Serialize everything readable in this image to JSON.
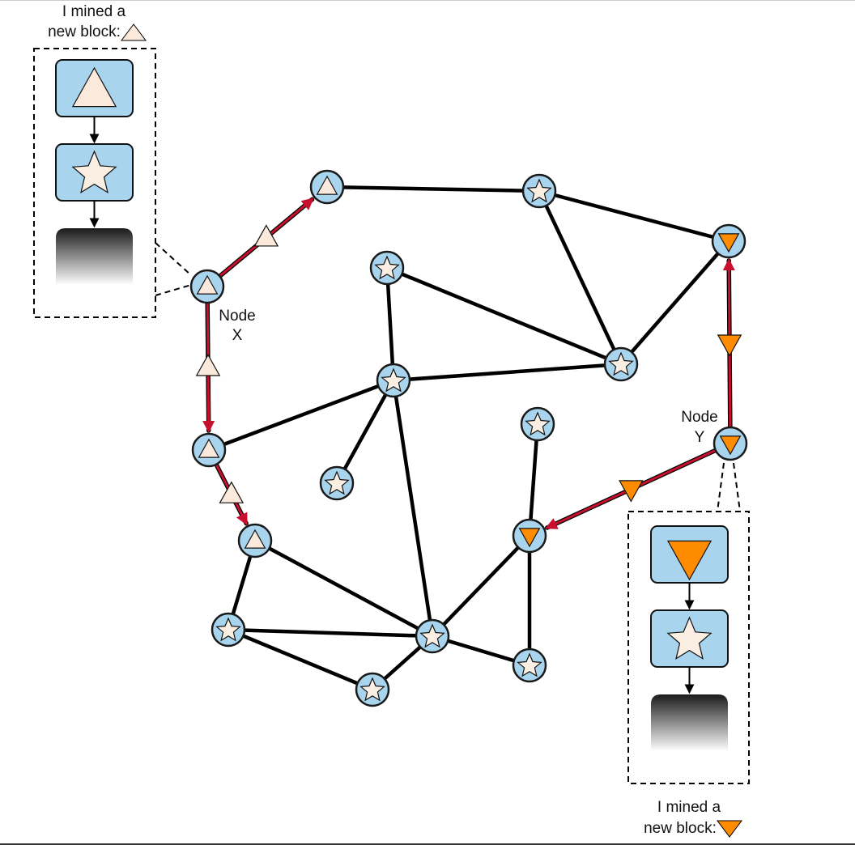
{
  "caption_top": {
    "line1": "I mined a",
    "line2": "new block:"
  },
  "caption_bottom": {
    "line1": "I mined a",
    "line2": "new block:"
  },
  "node_x": {
    "line1": "Node",
    "line2": "X"
  },
  "node_y": {
    "line1": "Node",
    "line2": "Y"
  },
  "colors": {
    "node_fill": "#a8d4ee",
    "node_stroke": "#1a1a1a",
    "triangle_block": "#fbe9dc",
    "orange_block": "#ff8c00",
    "star_fill": "#fbefe3",
    "propagation_arrow": "#c8102e",
    "edge": "#000000"
  },
  "nodes": [
    {
      "id": "x",
      "symbol": "triangle-up"
    },
    {
      "id": "t1",
      "symbol": "triangle-up"
    },
    {
      "id": "t2",
      "symbol": "triangle-up"
    },
    {
      "id": "t3",
      "symbol": "triangle-up"
    },
    {
      "id": "y",
      "symbol": "triangle-down"
    },
    {
      "id": "oy",
      "symbol": "triangle-down"
    },
    {
      "id": "ob",
      "symbol": "triangle-down"
    },
    {
      "id": "s1",
      "symbol": "star"
    },
    {
      "id": "s2",
      "symbol": "star"
    },
    {
      "id": "s3",
      "symbol": "star"
    },
    {
      "id": "s4",
      "symbol": "star"
    },
    {
      "id": "s5",
      "symbol": "star"
    },
    {
      "id": "s6",
      "symbol": "star"
    },
    {
      "id": "s7",
      "symbol": "star"
    },
    {
      "id": "s8",
      "symbol": "star"
    },
    {
      "id": "s9",
      "symbol": "star"
    },
    {
      "id": "s10",
      "symbol": "star"
    }
  ],
  "edges": [
    [
      "t1",
      "s1"
    ],
    [
      "s1",
      "oy"
    ],
    [
      "s1",
      "s3"
    ],
    [
      "oy",
      "s3"
    ],
    [
      "s2",
      "s3"
    ],
    [
      "s2",
      "s4"
    ],
    [
      "s4",
      "s3"
    ],
    [
      "s4",
      "t2"
    ],
    [
      "s4",
      "s5"
    ],
    [
      "s4",
      "s8"
    ],
    [
      "t3",
      "s6"
    ],
    [
      "t3",
      "s8"
    ],
    [
      "s6",
      "s8"
    ],
    [
      "s6",
      "s7"
    ],
    [
      "s7",
      "s8"
    ],
    [
      "s8",
      "s10"
    ],
    [
      "s8",
      "ob"
    ],
    [
      "s9",
      "ob"
    ],
    [
      "ob",
      "s10"
    ]
  ],
  "propagation": [
    {
      "from": "x",
      "to": "t1",
      "block": "triangle-up"
    },
    {
      "from": "x",
      "to": "t2",
      "block": "triangle-up"
    },
    {
      "from": "t2",
      "to": "t3",
      "block": "triangle-up"
    },
    {
      "from": "y",
      "to": "oy",
      "block": "triangle-down"
    },
    {
      "from": "y",
      "to": "ob",
      "block": "triangle-down"
    }
  ],
  "chain_x": [
    "triangle-up",
    "star",
    "fade"
  ],
  "chain_y": [
    "triangle-down",
    "star",
    "fade"
  ]
}
